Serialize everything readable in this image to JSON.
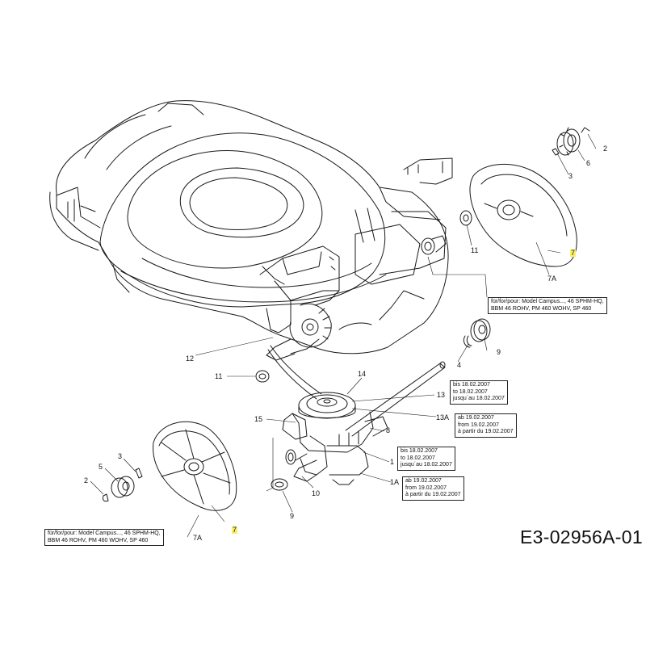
{
  "drawing_code": "E3-02956A-01",
  "callouts": {
    "c2_top": "2",
    "c6": "6",
    "c3_top": "3",
    "c7_top": "7",
    "c11_top": "11",
    "c7A_top": "7A",
    "c4_mid": "4",
    "c9_mid": "9",
    "c12": "12",
    "c11_mid": "11",
    "c14": "14",
    "c13": "13",
    "c13A": "13A",
    "c15": "15",
    "c8": "8",
    "c1": "1",
    "c1A": "1A",
    "c10": "10",
    "c9_low": "9",
    "c3_low": "3",
    "c5": "5",
    "c2_low": "2",
    "c7_low": "7",
    "c7A_low": "7A"
  },
  "notes": {
    "model_top": [
      "für/for/pour: Model Campus..., 46 SPHM-HQ,",
      "BBM 46 ROHV, PM 460 WOHV, SP 460"
    ],
    "model_bottom": [
      "für/for/pour: Model Campus..., 46 SPHM-HQ,",
      "BBM 46 ROHV, PM 460 WOHV, SP 460"
    ],
    "part13": [
      "bis 18.02.2007",
      "to 18.02.2007",
      "jusqu´au 18.02.2007"
    ],
    "part13A": [
      "ab 19.02.2007",
      "from 19.02.2007",
      "à partir du 19.02.2007"
    ],
    "part1": [
      "bis 18.02.2007",
      "to 18.02.2007",
      "jusqu´au 18.02.2007"
    ],
    "part1A": [
      "ab 19.02.2007",
      "from 19.02.2007",
      "à partir du 19.02.2007"
    ]
  },
  "colors": {
    "line": "#1a1a1a",
    "highlight": "#f6ef6a"
  }
}
